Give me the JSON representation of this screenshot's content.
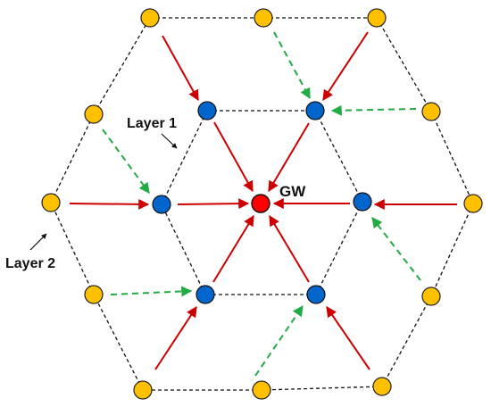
{
  "labels": {
    "gateway": "GW",
    "layer1": "Layer 1",
    "layer2": "Layer 2"
  },
  "colors": {
    "gateway_node": "#ff0000",
    "layer1_node": "#0066cc",
    "layer2_node": "#ffc000",
    "solid_arrow": "#cc0000",
    "dashed_arrow": "#22aa44",
    "boundary_line": "#111111"
  },
  "legend": {
    "node_types": [
      "gateway",
      "layer1",
      "layer2"
    ],
    "arrow_styles": [
      "solid",
      "dashed"
    ]
  }
}
